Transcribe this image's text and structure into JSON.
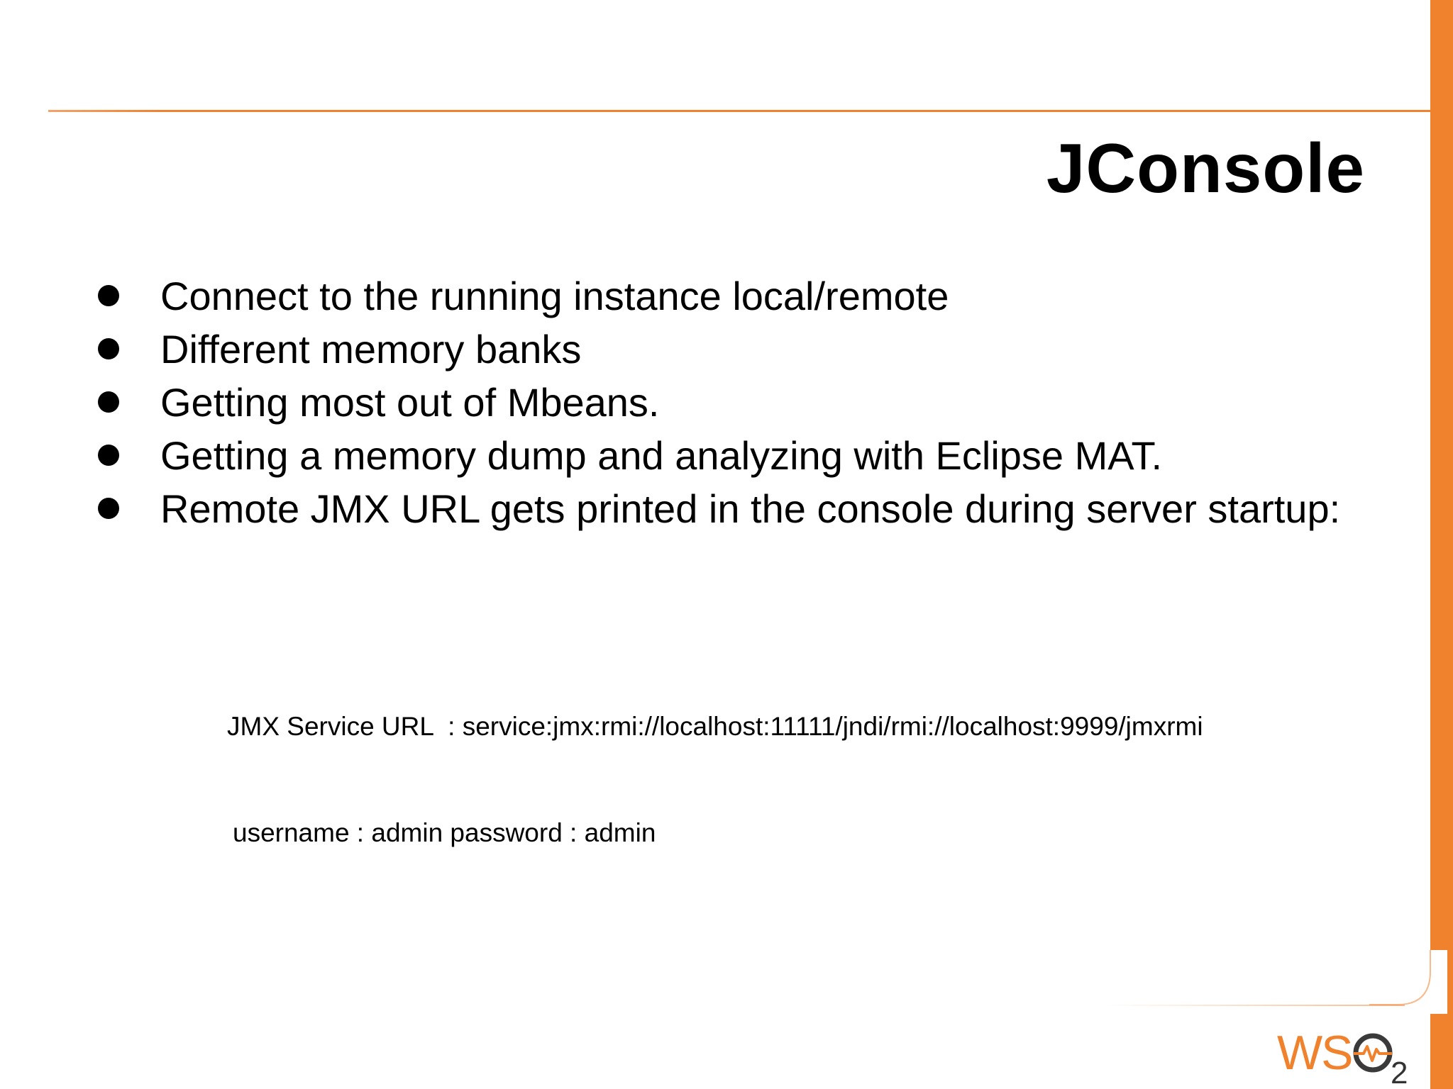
{
  "slide": {
    "title": "JConsole",
    "bullets": [
      "Connect to the running instance local/remote",
      "Different memory banks",
      "Getting most out of Mbeans.",
      "Getting a memory dump and analyzing with Eclipse MAT.",
      "Remote JMX URL gets printed in the console during server startup:"
    ],
    "code": {
      "line1": "JMX Service URL  : service:jmx:rmi://localhost:11111/jndi/rmi://localhost:9999/jmxrmi",
      "line2": "username : admin password : admin"
    }
  },
  "logo": {
    "name": "WSO2",
    "text": "WS",
    "subscript": "2",
    "icon": "wso2-logo"
  },
  "colors": {
    "accent": "#f0822e",
    "text": "#000000",
    "background": "#ffffff"
  }
}
